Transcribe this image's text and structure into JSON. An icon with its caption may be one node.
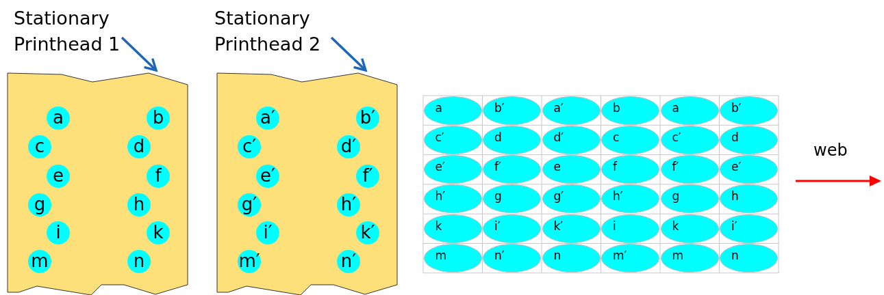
{
  "diagram": {
    "nodes": [
      {
        "text": [
          "Stationary Printhead 1"
        ]
      },
      {
        "text": [],
        "shape": "box"
      },
      {
        "text": [
          "a"
        ],
        "in": 1
      },
      {
        "text": [
          "b"
        ],
        "in": 1
      },
      {
        "text": [
          "c"
        ],
        "in": 1
      },
      {
        "text": [
          "d"
        ],
        "in": 1
      },
      {
        "text": [
          "e"
        ],
        "in": 1
      },
      {
        "text": [
          "f"
        ],
        "in": 1
      },
      {
        "text": [
          "g"
        ],
        "in": 1
      },
      {
        "text": [
          "h"
        ],
        "in": 1
      },
      {
        "text": [
          "i"
        ],
        "in": 1
      },
      {
        "text": [
          "k"
        ],
        "in": 1
      },
      {
        "text": [
          "m"
        ],
        "in": 1
      },
      {
        "text": [
          "n"
        ],
        "in": 1
      },
      {
        "text": [
          "Stationary Printhead 2"
        ]
      },
      {
        "text": [],
        "shape": "box"
      },
      {
        "text": [
          "a′"
        ],
        "in": 15
      },
      {
        "text": [
          "b′"
        ],
        "in": 15
      },
      {
        "text": [
          "c′"
        ],
        "in": 15
      },
      {
        "text": [
          "d′"
        ],
        "in": 15
      },
      {
        "text": [
          "e′"
        ],
        "in": 15
      },
      {
        "text": [
          "f′"
        ],
        "in": 15
      },
      {
        "text": [
          "g′"
        ],
        "in": 15
      },
      {
        "text": [
          "h′"
        ],
        "in": 15
      },
      {
        "text": [
          "i′"
        ],
        "in": 15
      },
      {
        "text": [
          "k′"
        ],
        "in": 15
      },
      {
        "text": [
          "m′"
        ],
        "in": 15
      },
      {
        "text": [
          "n′"
        ],
        "in": 15
      },
      {
        "text": [
          "a"
        ]
      },
      {
        "text": [
          "b′"
        ]
      },
      {
        "text": [
          "a′"
        ]
      },
      {
        "text": [
          "b"
        ]
      },
      {
        "text": [
          "a"
        ]
      },
      {
        "text": [
          "b′"
        ]
      },
      {
        "text": [
          "c′"
        ]
      },
      {
        "text": [
          "d"
        ]
      },
      {
        "text": [
          "d′"
        ]
      },
      {
        "text": [
          "c"
        ]
      },
      {
        "text": [
          "c′"
        ]
      },
      {
        "text": [
          "d"
        ]
      },
      {
        "text": [
          "e′"
        ]
      },
      {
        "text": [
          "f′"
        ]
      },
      {
        "text": [
          "e"
        ]
      },
      {
        "text": [
          "f"
        ]
      },
      {
        "text": [
          "f′"
        ]
      },
      {
        "text": [
          "e′"
        ]
      },
      {
        "text": [
          "h′"
        ]
      },
      {
        "text": [
          "g"
        ]
      },
      {
        "text": [
          "g′"
        ]
      },
      {
        "text": [
          "h′"
        ]
      },
      {
        "text": [
          "g"
        ]
      },
      {
        "text": [
          "h"
        ]
      },
      {
        "text": [
          "k"
        ]
      },
      {
        "text": [
          "i′"
        ]
      },
      {
        "text": [
          "k′"
        ]
      },
      {
        "text": [
          "i"
        ]
      },
      {
        "text": [
          "k"
        ]
      },
      {
        "text": [
          "i′"
        ]
      },
      {
        "text": [
          "m"
        ]
      },
      {
        "text": [
          "n′"
        ]
      },
      {
        "text": [
          "n"
        ]
      },
      {
        "text": [
          "m′"
        ]
      },
      {
        "text": [
          "m"
        ]
      },
      {
        "text": [
          "n"
        ]
      }
    ],
    "edges": [
      {
        "from": 0,
        "to": 1,
        "arrow": "to"
      },
      {
        "from": 14,
        "to": 15,
        "arrow": "to"
      }
    ],
    "labels": [
      "web"
    ]
  }
}
